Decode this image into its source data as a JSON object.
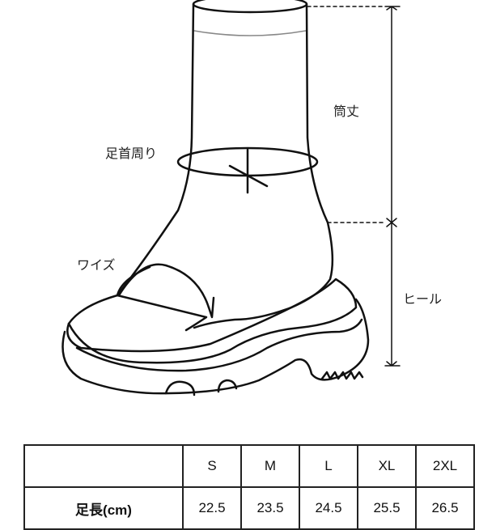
{
  "labels": {
    "shaft_height": "筒丈",
    "ankle_circumference": "足首周り",
    "width": "ワイズ",
    "heel": "ヒール"
  },
  "table": {
    "headers": [
      "",
      "S",
      "M",
      "L",
      "XL",
      "2XL"
    ],
    "rows": [
      {
        "label": "足長(cm)",
        "values": [
          "22.5",
          "23.5",
          "24.5",
          "25.5",
          "26.5"
        ]
      }
    ]
  }
}
